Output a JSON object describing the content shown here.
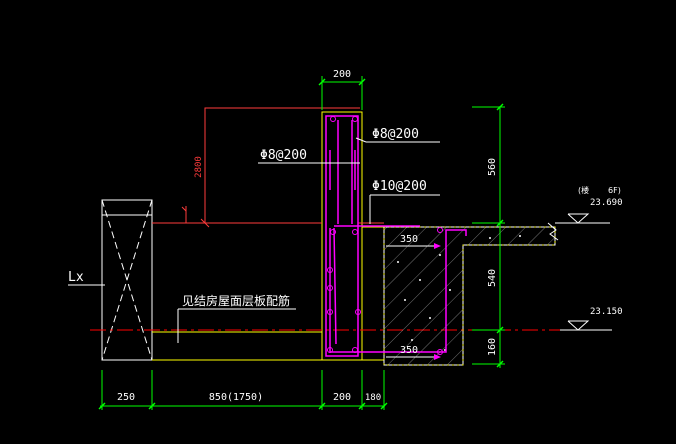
{
  "colors": {
    "background": "#000000",
    "dimension": "#00ff00",
    "beam_outline": "#ffff00",
    "column_outline": "#ffffff",
    "rebar": "#ff00ff",
    "slab_top_line": "#ff3b3b",
    "axis_line": "#ff0000",
    "text": "#ffffff",
    "concrete_hatch": "#ffffff"
  },
  "labels": {
    "lx": "Lx",
    "note": "见结房屋面层板配筋",
    "rebar_stirrup_upper": "Φ8@200",
    "rebar_left": "Φ8@200",
    "rebar_lower": "Φ10@200",
    "elev_top_prefix": "(楼",
    "elev_top_prefix2": "6F)",
    "elev_top": "23.690",
    "elev_bottom": "23.150",
    "slab_width_top": "350",
    "slab_width_bottom": "350",
    "dim_height_2800": "2800"
  },
  "dimensions": {
    "top_width": "200",
    "bottom": [
      "250",
      "850(1750)",
      "200",
      "180"
    ],
    "right": [
      "560",
      "540",
      "160"
    ]
  }
}
